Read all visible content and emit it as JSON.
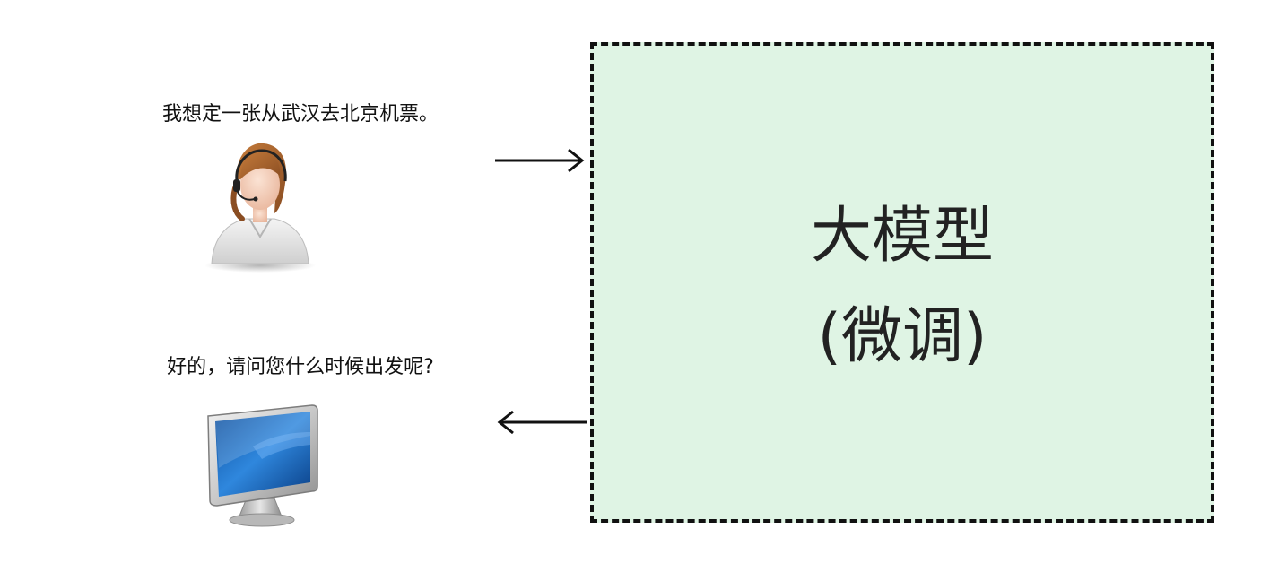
{
  "diagram": {
    "user_message": "我想定一张从武汉去北京机票。",
    "reply_message": "好的，请问您什么时候出发呢?",
    "model": {
      "title": "大模型",
      "subtitle": "(微调)"
    },
    "colors": {
      "model_fill": "#dff4e4",
      "border": "#111111",
      "text": "#111111"
    },
    "icons": {
      "user": "customer-service-agent-icon",
      "computer": "computer-monitor-icon"
    }
  }
}
